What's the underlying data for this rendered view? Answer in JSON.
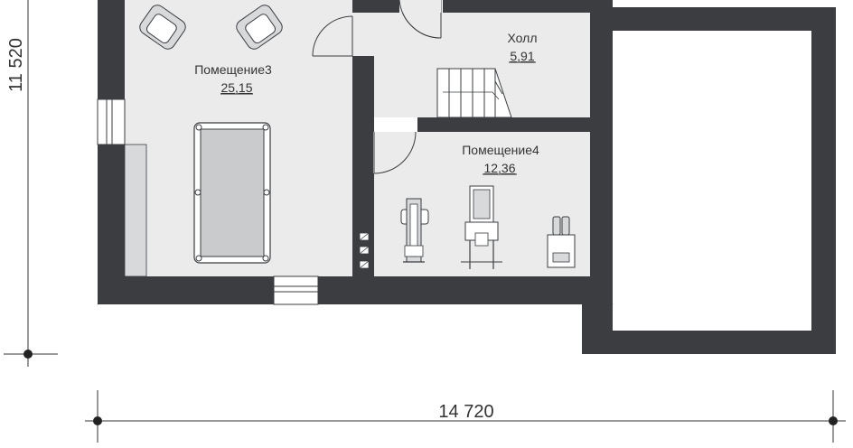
{
  "rooms": [
    {
      "name": "Помещение3",
      "area": "25,15"
    },
    {
      "name": "Холл",
      "area": "5,91"
    },
    {
      "name": "Помещение4",
      "area": "12,36"
    }
  ],
  "dimensions": {
    "width": "14 720",
    "height": "11 520"
  },
  "colors": {
    "wall": "#3b3d40",
    "floor": "#ebebeb",
    "furniture": "#d7d9db"
  }
}
